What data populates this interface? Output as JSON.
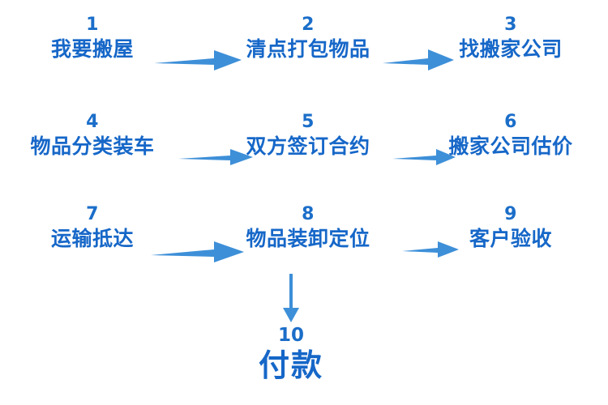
{
  "diagram": {
    "title": "",
    "colors": {
      "text_blue": "#1667c8",
      "number_blue": "#1b6ec9",
      "arrow_blue": "#3d8fd8",
      "background": "#ffffff"
    },
    "rows": [
      {
        "steps": [
          {
            "number": "1",
            "label": "我要搬屋"
          },
          {
            "number": "2",
            "label": "清点打包物品"
          },
          {
            "number": "3",
            "label": "找搬家公司"
          }
        ]
      },
      {
        "steps": [
          {
            "number": "4",
            "label": "物品分类装车"
          },
          {
            "number": "5",
            "label": "双方签订合约"
          },
          {
            "number": "6",
            "label": "搬家公司估价"
          }
        ]
      },
      {
        "steps": [
          {
            "number": "7",
            "label": "运输抵达"
          },
          {
            "number": "8",
            "label": "物品装卸定位"
          },
          {
            "number": "9",
            "label": "客户验收"
          }
        ]
      }
    ],
    "final": {
      "number": "10",
      "label": "付款"
    },
    "arrows": [
      {
        "name": "arrow-1-to-2",
        "direction": "right"
      },
      {
        "name": "arrow-2-to-3",
        "direction": "right"
      },
      {
        "name": "arrow-4-to-5",
        "direction": "right"
      },
      {
        "name": "arrow-5-to-6",
        "direction": "right"
      },
      {
        "name": "arrow-7-to-8",
        "direction": "right"
      },
      {
        "name": "arrow-8-to-9",
        "direction": "right"
      },
      {
        "name": "arrow-8-to-10",
        "direction": "down"
      }
    ]
  }
}
